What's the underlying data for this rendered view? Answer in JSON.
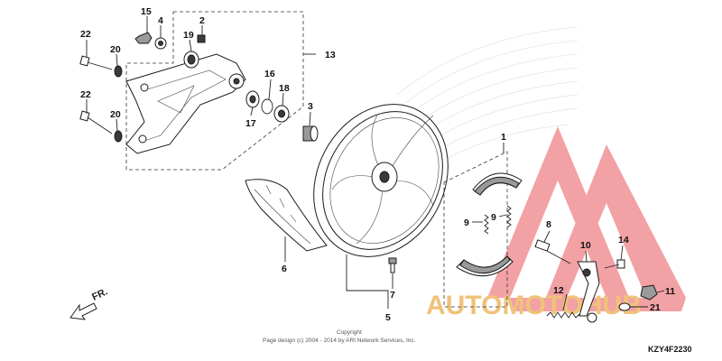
{
  "diagram": {
    "part_numbers": {
      "p1": "1",
      "p2": "2",
      "p3": "3",
      "p4": "4",
      "p5": "5",
      "p6": "6",
      "p7": "7",
      "p8": "8",
      "p9a": "9",
      "p9b": "9",
      "p10": "10",
      "p11": "11",
      "p12": "12",
      "p13": "13",
      "p14": "14",
      "p15": "15",
      "p16": "16",
      "p17": "17",
      "p18": "18",
      "p19": "19",
      "p20a": "20",
      "p20b": "20",
      "p21": "21",
      "p22a": "22",
      "p22b": "22"
    },
    "direction_label": "FR.",
    "copyright_line1": "Copyright",
    "copyright_line2": "Page design (c) 2004 - 2014 by ARI Network Services, Inc.",
    "diagram_code": "KZY4F2230",
    "watermark": {
      "text": "AUTOMOTOHUB",
      "color": "#f0c27a",
      "logo_color": "#e8555a"
    }
  }
}
